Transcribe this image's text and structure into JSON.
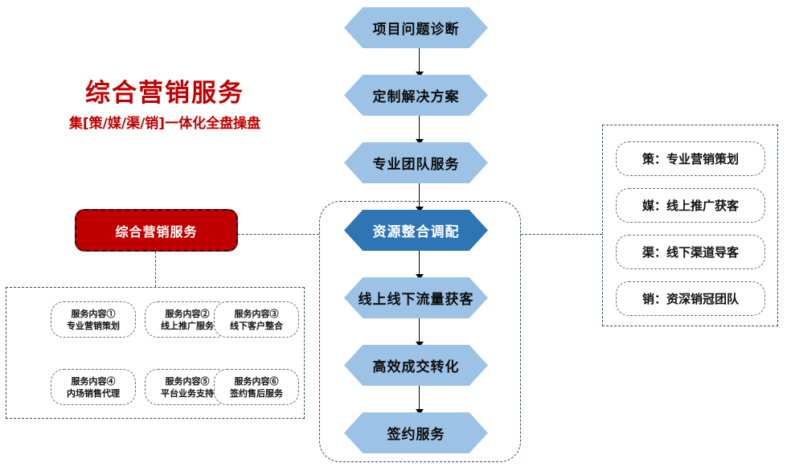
{
  "headline": {
    "title": "综合营销服务",
    "subtitle": "集[策/媒/渠/销]一体化全盘操盘",
    "color": "#C00000"
  },
  "brand_box": {
    "label": "综合营销服务",
    "fill": "#C00000",
    "text_color": "#FFFFFF"
  },
  "flow": {
    "accent_color": "#2E75B6",
    "node_color": "#9CC3E5",
    "nodes": [
      {
        "label": "项目问题诊断",
        "highlight": false
      },
      {
        "label": "定制解决方案",
        "highlight": false
      },
      {
        "label": "专业团队服务",
        "highlight": false
      },
      {
        "label": "资源整合调配",
        "highlight": true
      },
      {
        "label": "线上线下流量获客",
        "highlight": false
      },
      {
        "label": "高效成交转化",
        "highlight": false
      },
      {
        "label": "签约服务",
        "highlight": false
      }
    ]
  },
  "services": {
    "items": [
      {
        "line1": "服务内容①",
        "line2": "专业营销策划"
      },
      {
        "line1": "服务内容②",
        "line2": "线上推广服务"
      },
      {
        "line1": "服务内容③",
        "line2": "线下客户整合"
      },
      {
        "line1": "服务内容④",
        "line2": "内场销售代理"
      },
      {
        "line1": "服务内容⑤",
        "line2": "平台业务支持"
      },
      {
        "line1": "服务内容⑥",
        "line2": "签约售后服务"
      }
    ]
  },
  "pillars": {
    "items": [
      {
        "label": "策：专业营销策划"
      },
      {
        "label": "媒：线上推广获客"
      },
      {
        "label": "渠：线下渠道导客"
      },
      {
        "label": "销：资深销冠团队"
      }
    ]
  }
}
